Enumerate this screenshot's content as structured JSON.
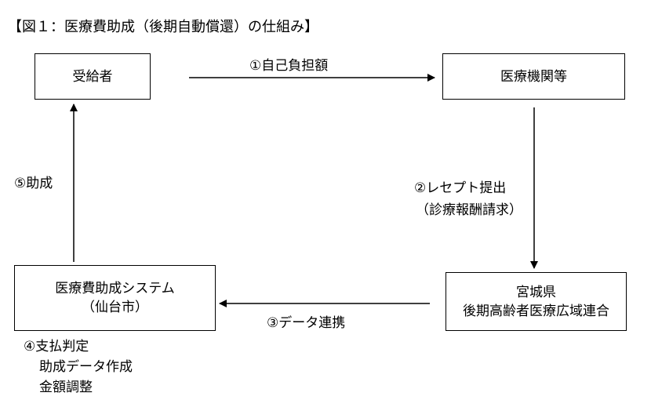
{
  "title": "【図１：医療費助成（後期自動償還）の仕組み】",
  "nodes": {
    "recipient": "受給者",
    "medical_institution": "医療機関等",
    "system_line1": "医療費助成システム",
    "system_line2": "（仙台市）",
    "union_line1": "宮城県",
    "union_line2": "後期高齢者医療広域連合"
  },
  "steps": {
    "step1": "①自己負担額",
    "step2": "②レセプト提出",
    "step2_sub": "（診療報酬請求）",
    "step3": "③データ連携",
    "step4": "④支払判定",
    "step4_item1": "助成データ作成",
    "step4_item2": "金額調整",
    "step5": "⑤助成"
  }
}
